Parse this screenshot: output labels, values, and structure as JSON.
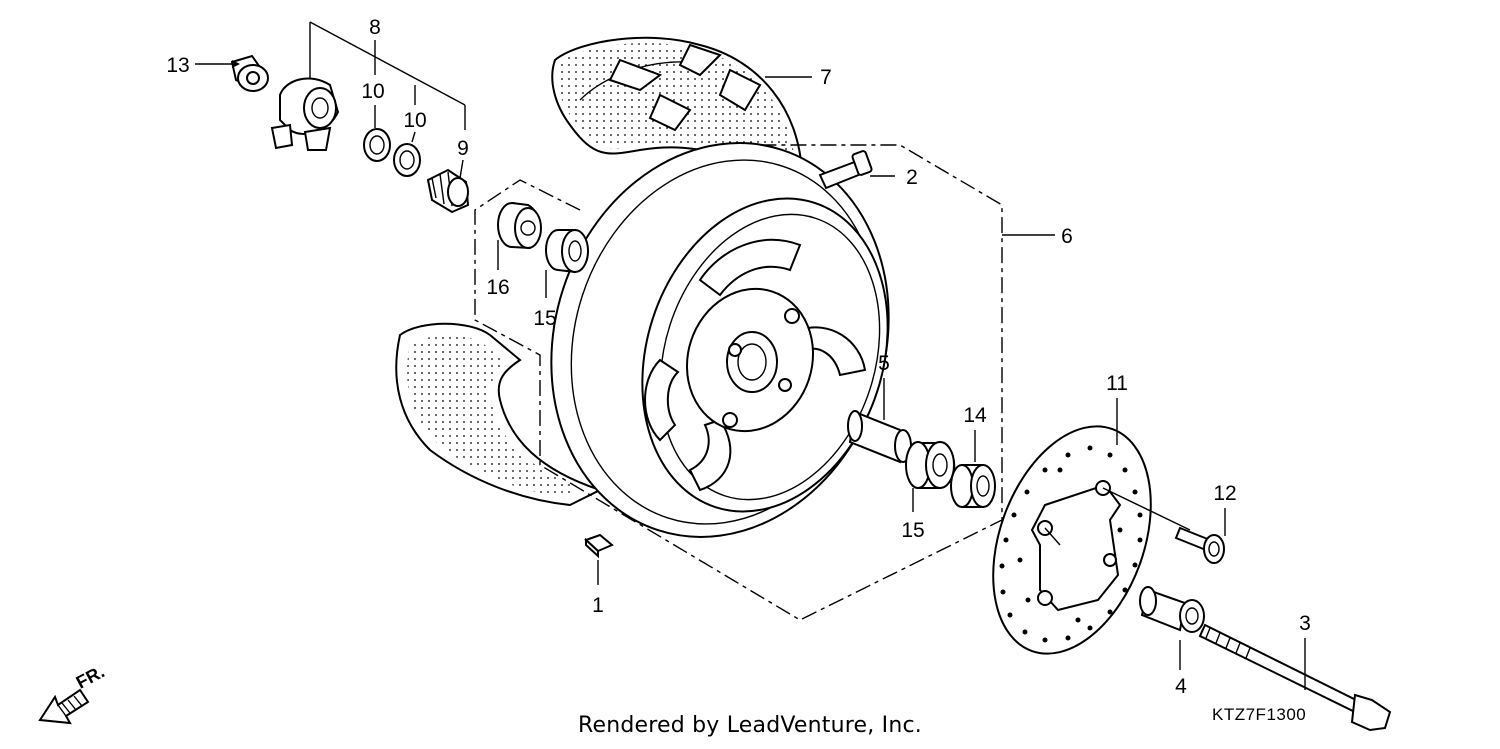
{
  "diagram": {
    "callouts": [
      {
        "id": "1",
        "label": "1"
      },
      {
        "id": "2",
        "label": "2"
      },
      {
        "id": "3",
        "label": "3"
      },
      {
        "id": "4",
        "label": "4"
      },
      {
        "id": "5",
        "label": "5"
      },
      {
        "id": "6",
        "label": "6"
      },
      {
        "id": "7",
        "label": "7"
      },
      {
        "id": "8",
        "label": "8"
      },
      {
        "id": "9",
        "label": "9"
      },
      {
        "id": "10a",
        "label": "10"
      },
      {
        "id": "10b",
        "label": "10"
      },
      {
        "id": "11",
        "label": "11"
      },
      {
        "id": "12",
        "label": "12"
      },
      {
        "id": "13",
        "label": "13"
      },
      {
        "id": "14",
        "label": "14"
      },
      {
        "id": "15a",
        "label": "15"
      },
      {
        "id": "15b",
        "label": "15"
      },
      {
        "id": "16",
        "label": "16"
      }
    ],
    "direction_label": "FR.",
    "diagram_code": "KTZ7F1300",
    "footer_text": "Rendered by LeadVenture, Inc."
  }
}
